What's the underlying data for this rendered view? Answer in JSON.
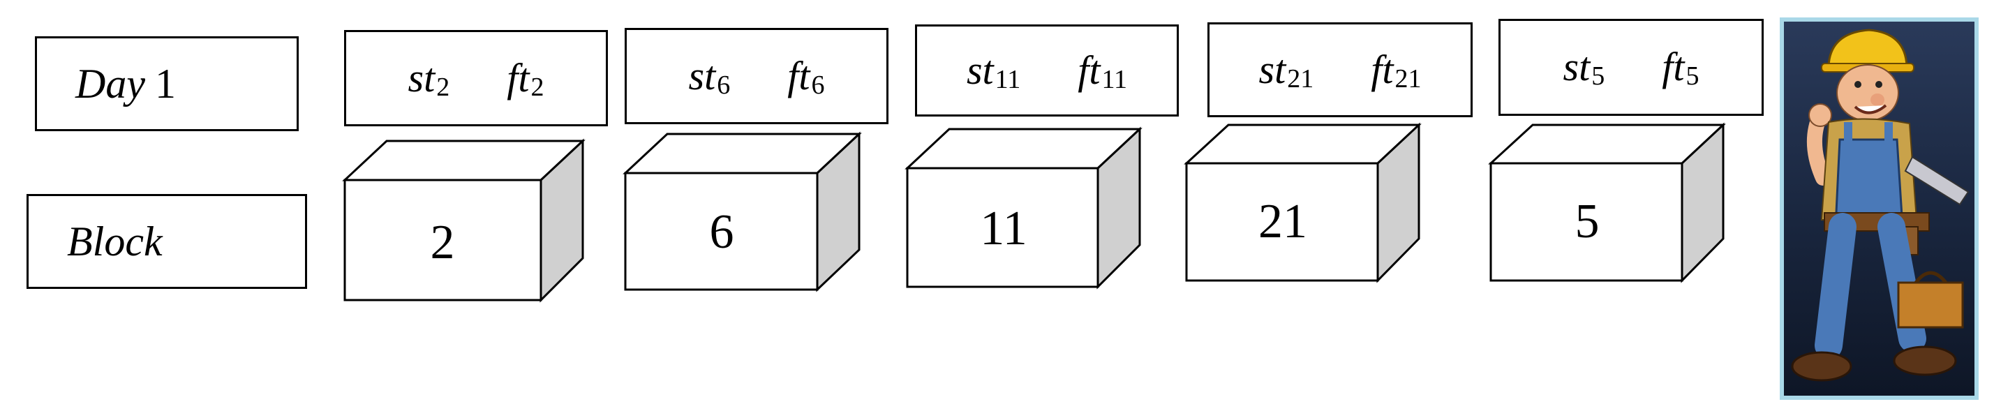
{
  "rows": {
    "day": {
      "label": "Day",
      "number": "1"
    },
    "block": {
      "label": "Block"
    }
  },
  "blocks": [
    {
      "id": "2",
      "st": "st",
      "st_sub": "2",
      "ft": "ft",
      "ft_sub": "2"
    },
    {
      "id": "6",
      "st": "st",
      "st_sub": "6",
      "ft": "ft",
      "ft_sub": "6"
    },
    {
      "id": "11",
      "st": "st",
      "st_sub": "11",
      "ft": "ft",
      "ft_sub": "11"
    },
    {
      "id": "21",
      "st": "st",
      "st_sub": "21",
      "ft": "ft",
      "ft_sub": "21"
    },
    {
      "id": "5",
      "st": "st",
      "st_sub": "5",
      "ft": "ft",
      "ft_sub": "5"
    }
  ],
  "colors": {
    "block_side": "#d0d0d0",
    "frame_blue": "#a9d8e8",
    "sky": "#1a2740"
  },
  "icons": {
    "worker": "construction-worker-icon"
  }
}
